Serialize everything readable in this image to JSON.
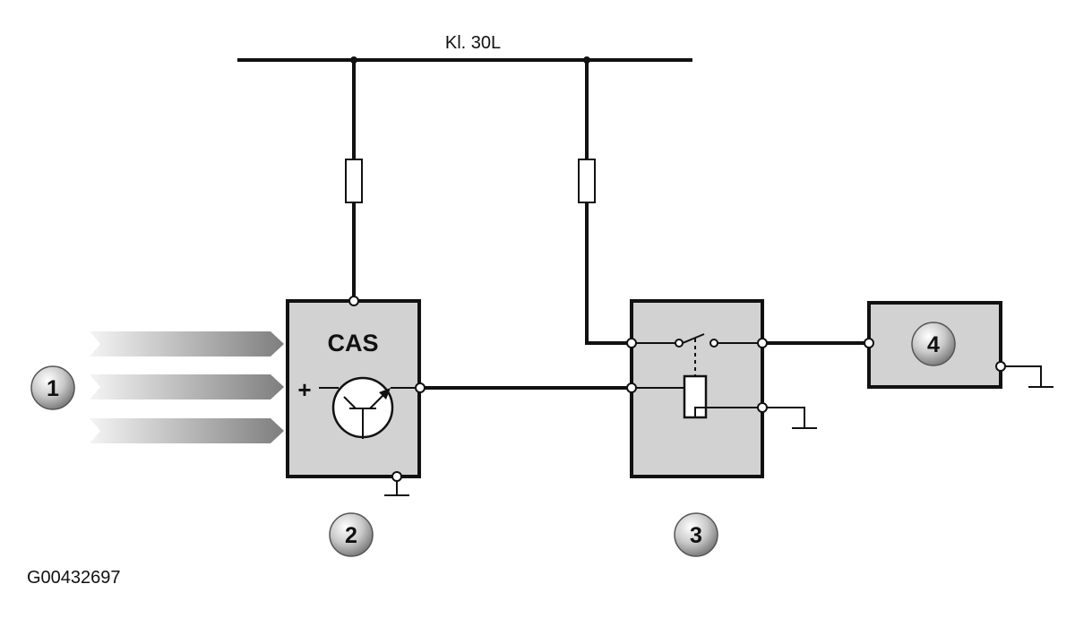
{
  "bus_label": "Kl. 30L",
  "module_cas_label": "CAS",
  "plus_sign": "+",
  "callouts": [
    "1",
    "2",
    "3",
    "4"
  ],
  "figure_id": "G00432697"
}
